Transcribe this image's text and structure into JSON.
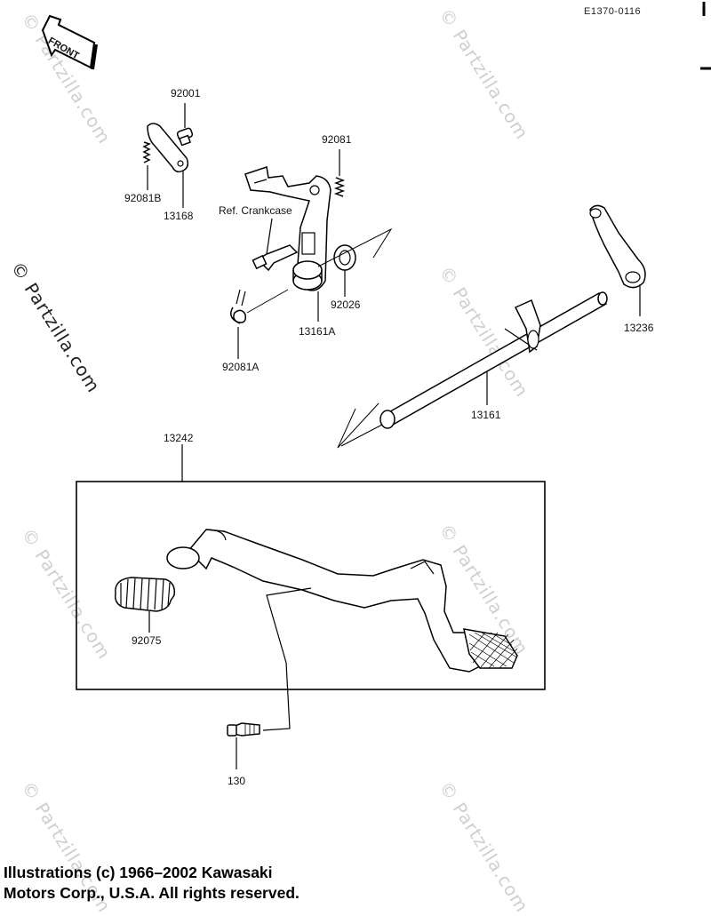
{
  "header": {
    "doc_code": "E1370-0116",
    "front_label": "FRONT"
  },
  "parts": {
    "p92001": "92001",
    "p92081B": "92081B",
    "p13168": "13168",
    "p92081": "92081",
    "ref_crankcase": "Ref. Crankcase",
    "p92026": "92026",
    "p13161A": "13161A",
    "p92081A": "92081A",
    "p13236": "13236",
    "p13161": "13161",
    "p13242": "13242",
    "p92075": "92075",
    "p130": "130"
  },
  "watermark": {
    "text": "© Partzilla.com"
  },
  "footer": {
    "line1": "Illustrations (c) 1966–2002 Kawasaki",
    "line2": "Motors Corp., U.S.A.  All rights reserved."
  }
}
